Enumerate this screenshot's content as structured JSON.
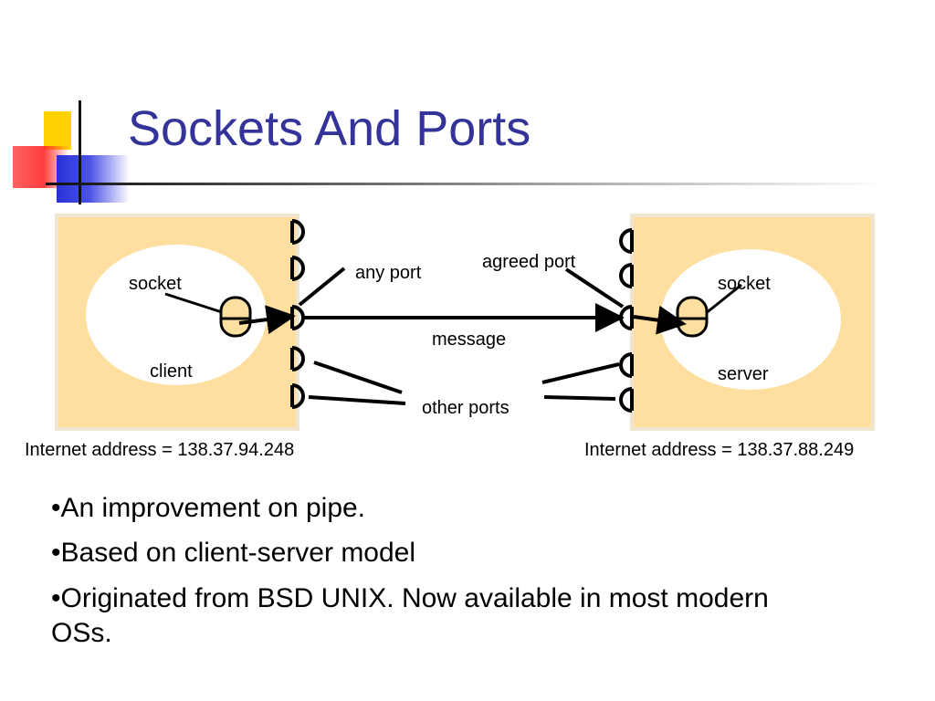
{
  "slide": {
    "title": "Sockets And Ports"
  },
  "diagram": {
    "client": {
      "socket_label": "socket",
      "process_label": "client",
      "address": "Internet address = 138.37.94.248"
    },
    "server": {
      "socket_label": "socket",
      "process_label": "server",
      "address": "Internet address = 138.37.88.249"
    },
    "labels": {
      "any_port": "any port",
      "agreed_port": "agreed port",
      "message": "message",
      "other_ports": "other ports"
    },
    "colors": {
      "host_fill": "#ffdf9f",
      "process_fill": "#ffffff",
      "socket_fill": "#ffdf9f",
      "line": "#000000"
    }
  },
  "bullets": [
    "•An improvement on pipe.",
    "•Based on client-server model",
    "•Originated from BSD UNIX. Now available in most modern OSs."
  ],
  "theme": {
    "title_color": "#333399",
    "accent_yellow": "#ffd200",
    "accent_red": "#ff4040",
    "accent_blue": "#2a32d8"
  }
}
